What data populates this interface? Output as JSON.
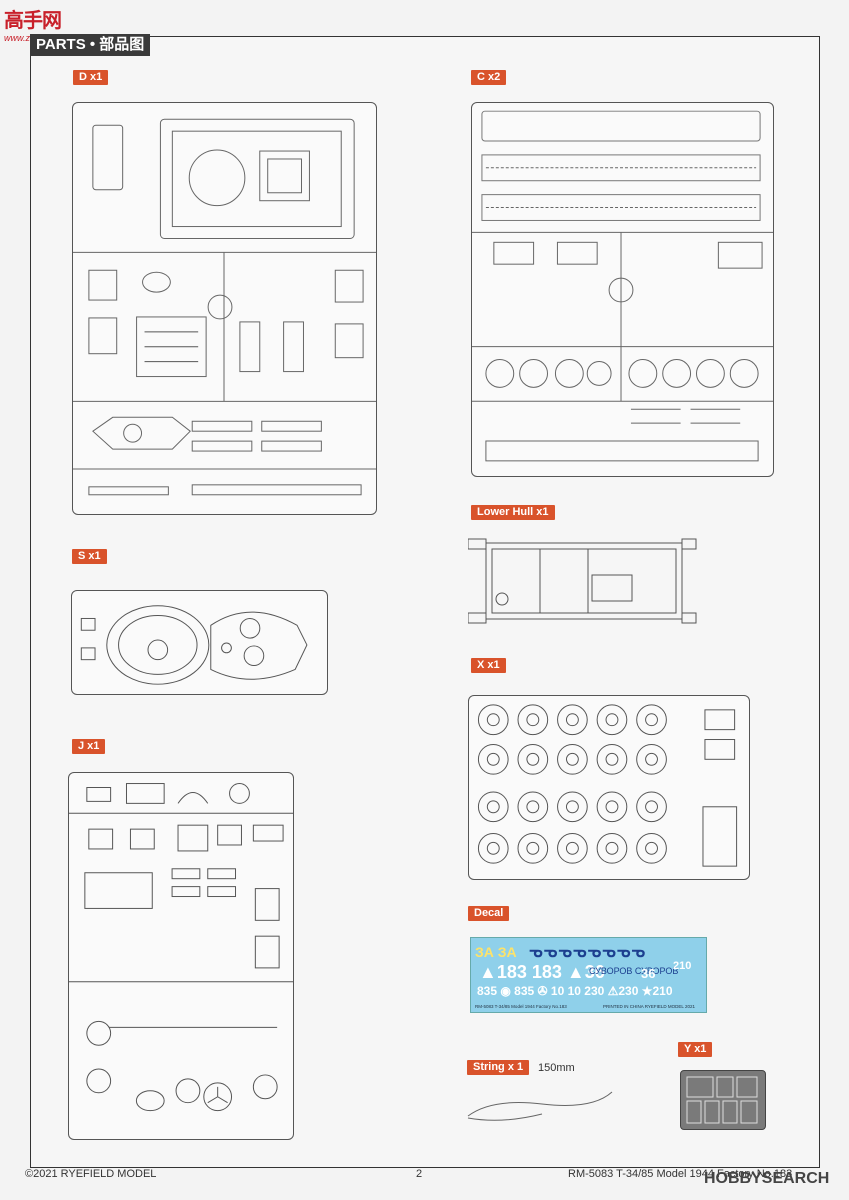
{
  "watermark_top": {
    "glyph": "高手网",
    "url": "www.zhsn.com"
  },
  "header": "PARTS • 部品图",
  "sprues": {
    "D": "D x1",
    "C": "C x2",
    "S": "S x1",
    "lower_hull": "Lower Hull x1",
    "J": "J x1",
    "X": "X x1",
    "decal": "Decal",
    "string": "String x 1",
    "Y": "Y x1"
  },
  "string_length": "150mm",
  "decal_sheet": {
    "top_left": "ЗА ЗА",
    "arrows": "ᓀᓀᓀᓀᓀᓀᓀᓀ",
    "big_numbers": "▲183 183 ▲36",
    "mid_text": "СУВОРОВ   СУВОРОВ",
    "num36": "36",
    "num210": "210",
    "row3": "835 ◉ 835  ✇ 10 10  230 ⚠230 ★210",
    "caption_left": "RM-5083 T-34/85 Model 1944 Factory No.183",
    "caption_right": "PRINTED IN CHINA  RYEFIELD MODEL 2021"
  },
  "footer": {
    "copyright": "©2021 RYEFIELD MODEL",
    "page": "2",
    "product": "RM-5083 T-34/85 Model 1944 Factory No.183"
  },
  "watermark_bottom": "HOBBYSEARCH"
}
